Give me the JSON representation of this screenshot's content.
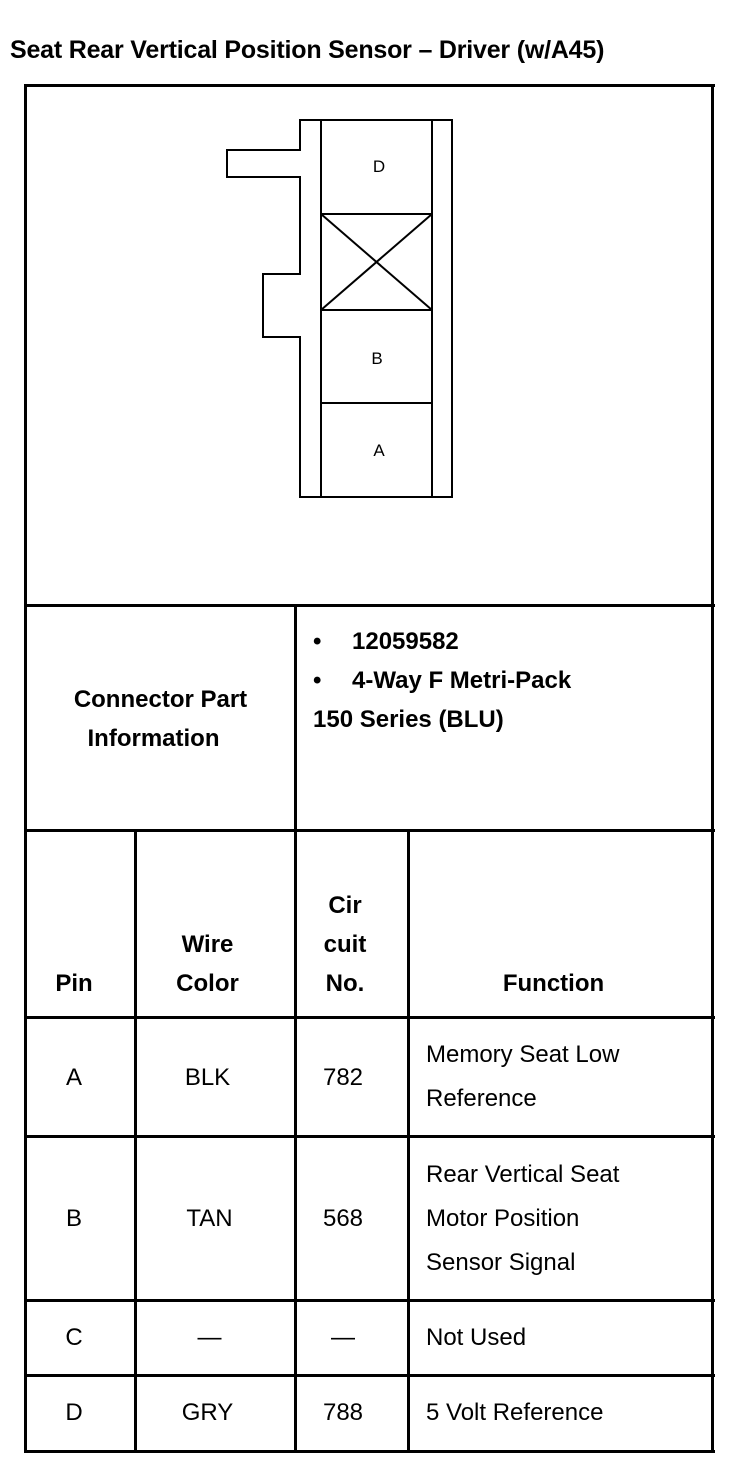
{
  "title": "Seat Rear Vertical Position Sensor – Driver (w/A45)",
  "connector": {
    "cavity_labels": [
      "D",
      "B",
      "A"
    ]
  },
  "connector_info": {
    "label_line1": "Connector Part",
    "label_line2": "Information",
    "bullet": "•",
    "part_number": "12059582",
    "description_line1": "4-Way F Metri-Pack",
    "description_line2": "150 Series (BLU)"
  },
  "table": {
    "headers": {
      "pin": "Pin",
      "wire_line1": "Wire",
      "wire_line2": "Color",
      "circuit_line1": "Cir",
      "circuit_line2": "cuit",
      "circuit_line3": "No.",
      "function": "Function"
    },
    "rows": [
      {
        "pin": "A",
        "wire": "BLK",
        "circuit": "782",
        "function": [
          "Memory Seat Low",
          "Reference"
        ]
      },
      {
        "pin": "B",
        "wire": "TAN",
        "circuit": "568",
        "function": [
          "Rear Vertical Seat",
          "Motor Position",
          "Sensor Signal"
        ]
      },
      {
        "pin": "C",
        "wire": "—",
        "circuit": "—",
        "function": [
          "Not Used"
        ]
      },
      {
        "pin": "D",
        "wire": "GRY",
        "circuit": "788",
        "function": [
          "5 Volt Reference"
        ]
      }
    ]
  }
}
